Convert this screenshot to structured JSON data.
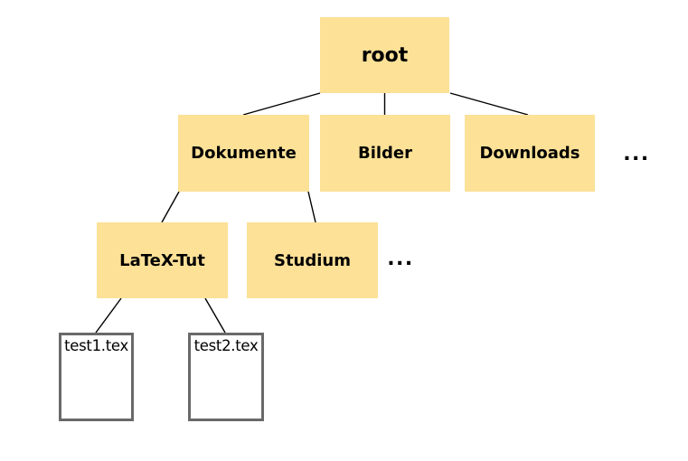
{
  "diagram": {
    "type": "tree",
    "nodes": {
      "root": {
        "label": "root",
        "kind": "folder"
      },
      "dokumente": {
        "label": "Dokumente",
        "kind": "folder"
      },
      "bilder": {
        "label": "Bilder",
        "kind": "folder"
      },
      "downloads": {
        "label": "Downloads",
        "kind": "folder"
      },
      "ellipsis_level1": {
        "label": "...",
        "kind": "ellipsis"
      },
      "latex_tut": {
        "label": "LaTeX-Tut",
        "kind": "folder"
      },
      "studium": {
        "label": "Studium",
        "kind": "folder"
      },
      "ellipsis_level2": {
        "label": "...",
        "kind": "ellipsis"
      },
      "test1": {
        "label": "test1.tex",
        "kind": "file"
      },
      "test2": {
        "label": "test2.tex",
        "kind": "file"
      }
    },
    "edges": [
      {
        "from": "root",
        "to": "dokumente"
      },
      {
        "from": "root",
        "to": "bilder"
      },
      {
        "from": "root",
        "to": "downloads"
      },
      {
        "from": "dokumente",
        "to": "latex_tut"
      },
      {
        "from": "dokumente",
        "to": "studium"
      },
      {
        "from": "latex_tut",
        "to": "test1"
      },
      {
        "from": "latex_tut",
        "to": "test2"
      }
    ],
    "colors": {
      "folder_fill": "#FCE197",
      "file_fill": "#FFFFFF",
      "file_border": "#696969",
      "edge": "#000000",
      "text": "#000000",
      "background": "#FFFFFF"
    }
  }
}
